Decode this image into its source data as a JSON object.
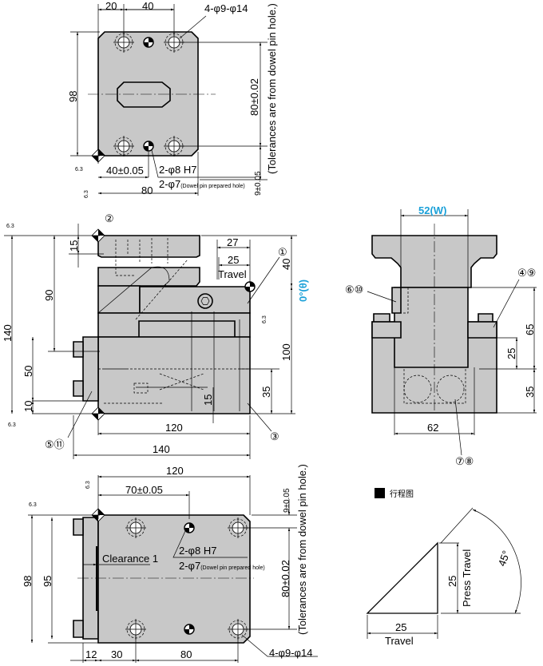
{
  "colors": {
    "part": "#c8c8c8",
    "accent": "#1aa0d8"
  },
  "top_view": {
    "dim_20": "20",
    "dim_40": "40",
    "holes": "4-φ9-φ14",
    "dim_98": "98",
    "dim_80_tol": "80±0.02",
    "tol_note": "(Tolerances are from dowel pin hole.)",
    "dim_40_tol": "40±0.05",
    "dowel": "2-φ8 H7",
    "dowel_prep": "2-φ7",
    "dowel_prep_note": "(Dowel pin prepared hole)",
    "dim_80": "80",
    "dim_9_tol": "9±0.05",
    "rough_a": "6.3",
    "rough_b": "6.3"
  },
  "side_view": {
    "label_2": "②",
    "label_1": "①",
    "label_3": "③",
    "label_5_11": "⑤⑪",
    "dim_15_top": "15",
    "dim_90": "90",
    "dim_140_v": "140",
    "dim_50": "50",
    "dim_10": "10",
    "dim_27": "27",
    "dim_25": "25",
    "travel": "Travel",
    "dim_40": "40",
    "angle": "0°(θ)",
    "dim_100": "100",
    "dim_35": "35",
    "dim_15": "15",
    "dim_120": "120",
    "dim_140": "140",
    "rough_a": "6.3",
    "rough_b": "6.3",
    "rough_c": "6.3"
  },
  "front_view": {
    "width": "52",
    "width_label": "(W)",
    "label_6_10": "⑥⑩",
    "label_4_9": "④⑨",
    "label_7_8": "⑦⑧",
    "dim_65": "65",
    "dim_25": "25",
    "dim_35": "35",
    "dim_62": "62"
  },
  "bottom_view": {
    "dim_120": "120",
    "dim_70_tol": "70±0.05",
    "dim_9_tol": "9±0.05",
    "tol_note": "(Tolerances are from dowel pin hole.)",
    "dim_80_tol": "80±0.02",
    "dim_98": "98",
    "dim_95": "95",
    "clearance": "Clearance 1",
    "dowel": "2-φ8 H7",
    "dowel_prep": "2-φ7",
    "dowel_prep_note": "(Dowel pin prepared hole)",
    "dim_12": "12",
    "dim_30": "30",
    "dim_80": "80",
    "holes": "4-φ9-φ14",
    "rough_a": "6.3",
    "rough_b": "6.3"
  },
  "travel_diagram": {
    "legend": "行程图",
    "dim_v": "25",
    "press_travel": "Press Travel",
    "angle": "45°",
    "dim_h": "25",
    "travel": "Travel"
  }
}
